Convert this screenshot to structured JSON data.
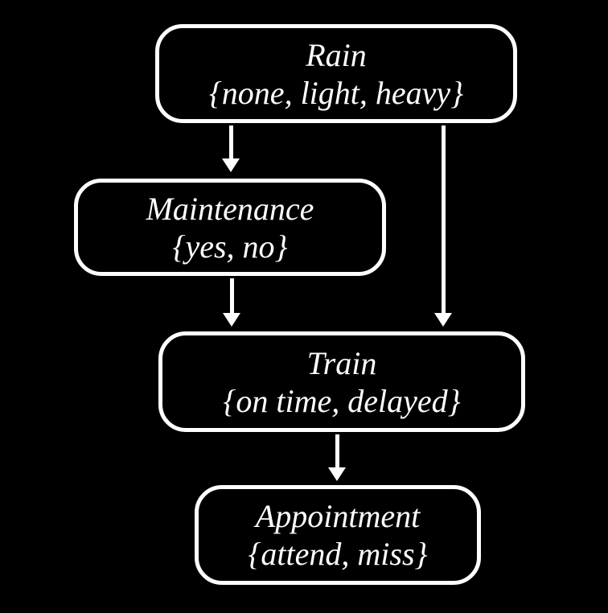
{
  "diagram": {
    "type": "bayesian-network",
    "background_color": "#000000",
    "stroke_color": "#ffffff",
    "text_color": "#ffffff",
    "nodes": [
      {
        "id": "rain",
        "label": "Rain",
        "domain": "{none, light, heavy}"
      },
      {
        "id": "maintenance",
        "label": "Maintenance",
        "domain": "{yes, no}"
      },
      {
        "id": "train",
        "label": "Train",
        "domain": "{on time, delayed}"
      },
      {
        "id": "appointment",
        "label": "Appointment",
        "domain": "{attend, miss}"
      }
    ],
    "edges": [
      {
        "from": "Rain",
        "to": "Maintenance"
      },
      {
        "from": "Rain",
        "to": "Train"
      },
      {
        "from": "Maintenance",
        "to": "Train"
      },
      {
        "from": "Train",
        "to": "Appointment"
      }
    ]
  }
}
